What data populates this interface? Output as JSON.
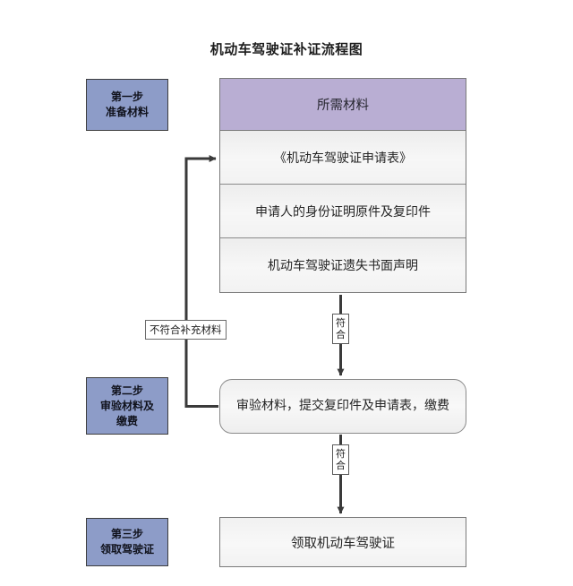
{
  "title": "机动车驾驶证补证流程图",
  "steps": [
    {
      "name": "step-1",
      "lines": [
        "第一步",
        "准备材料"
      ]
    },
    {
      "name": "step-2",
      "lines": [
        "第二步",
        "审验材料及",
        "缴费"
      ]
    },
    {
      "name": "step-3",
      "lines": [
        "第三步",
        "领取驾驶证"
      ]
    }
  ],
  "materials": {
    "header": "所需材料",
    "rows": [
      "《机动车驾驶证申请表》",
      "申请人的身份证明原件及复印件",
      "机动车驾驶证遗失书面声明"
    ]
  },
  "process": {
    "text": "审验材料，提交复印件及申请表，缴费"
  },
  "final": {
    "text": "领取机动车驾驶证"
  },
  "edges": {
    "fit_label_char_1": "符",
    "fit_label_char_2": "合",
    "reject_label": "不符合补充材料"
  },
  "colors": {
    "step_box_fill": "#8d9cc8",
    "materials_header_fill": "#b9aed3",
    "box_fill": "#f4f4f4",
    "border": "#7a7a7a",
    "connector": "#3a3a3a",
    "text": "#242424",
    "page_background": "#ffffff"
  }
}
